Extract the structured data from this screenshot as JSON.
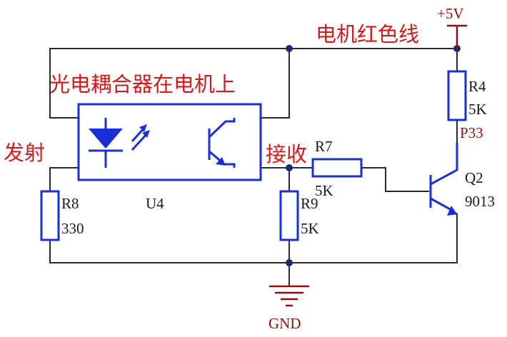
{
  "annotations": {
    "motor_red_wire": "电机红色线",
    "optocoupler_on_motor": "光电耦合器在电机上",
    "transmit": "发射",
    "receive": "接收"
  },
  "power": {
    "label": "+5V"
  },
  "ground": {
    "label": "GND"
  },
  "components": {
    "r4": {
      "ref": "R4",
      "value": "5K"
    },
    "r7": {
      "ref": "R7",
      "value": "5K"
    },
    "r8": {
      "ref": "R8",
      "value": "330"
    },
    "r9": {
      "ref": "R9",
      "value": "5K"
    },
    "u4": {
      "ref": "U4"
    },
    "q2": {
      "ref": "Q2",
      "value": "9013"
    },
    "p33": {
      "ref": "P33"
    }
  },
  "colors": {
    "wire": "#2a2a2a",
    "component": "#1a2fd6",
    "annotation": "#d11a1a",
    "power_symbol": "#8b1010",
    "junction": "#1e2a6e"
  }
}
